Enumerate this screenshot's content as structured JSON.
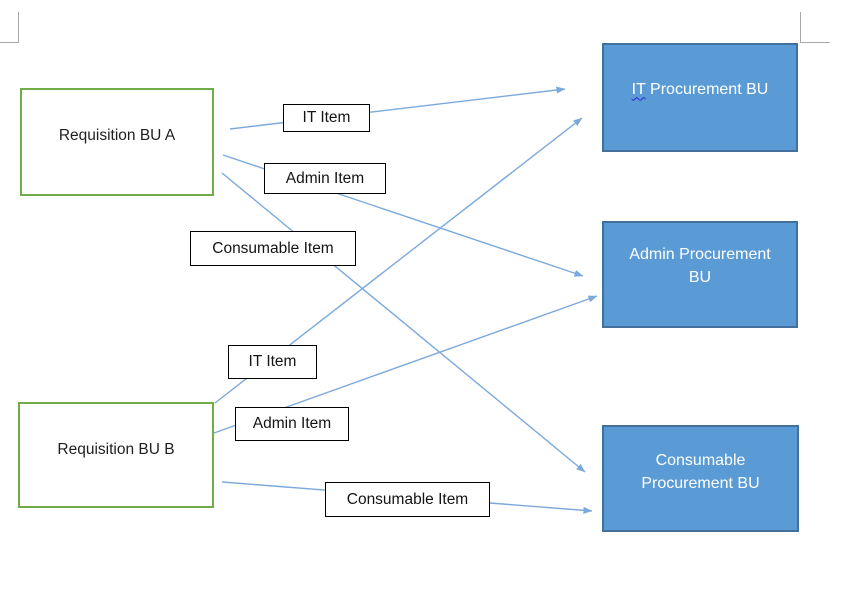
{
  "diagram": {
    "requisition_units": [
      {
        "label": "Requisition BU A"
      },
      {
        "label": "Requisition BU B"
      }
    ],
    "procurement_units": [
      {
        "label": "IT Procurement BU",
        "underlined_word": "IT",
        "rest": " Procurement BU"
      },
      {
        "label": "Admin Procurement BU",
        "line1": "Admin Procurement",
        "line2": "BU"
      },
      {
        "label": "Consumable Procurement BU",
        "line1": "Consumable",
        "line2": "Procurement BU"
      }
    ],
    "item_labels": [
      {
        "label": "IT Item"
      },
      {
        "label": "Admin Item"
      },
      {
        "label": "Consumable Item"
      },
      {
        "label": "IT Item"
      },
      {
        "label": "Admin Item"
      },
      {
        "label": "Consumable Item"
      }
    ],
    "connections": [
      {
        "from": "Requisition BU A",
        "item": "IT Item",
        "to": "IT Procurement BU"
      },
      {
        "from": "Requisition BU A",
        "item": "Admin Item",
        "to": "Admin Procurement BU"
      },
      {
        "from": "Requisition BU A",
        "item": "Consumable Item",
        "to": "Consumable Procurement BU"
      },
      {
        "from": "Requisition BU B",
        "item": "IT Item",
        "to": "IT Procurement BU"
      },
      {
        "from": "Requisition BU B",
        "item": "Admin Item",
        "to": "Admin Procurement BU"
      },
      {
        "from": "Requisition BU B",
        "item": "Consumable Item",
        "to": "Consumable Procurement BU"
      }
    ],
    "colors": {
      "requisition_border": "#70AD47",
      "procurement_fill": "#5B9BD5",
      "procurement_border": "#41719C",
      "arrow": "#7CA9DC",
      "item_border": "#000000",
      "page_mark": "#A8A8A8",
      "spellcheck_wave": "#2626D6"
    }
  }
}
